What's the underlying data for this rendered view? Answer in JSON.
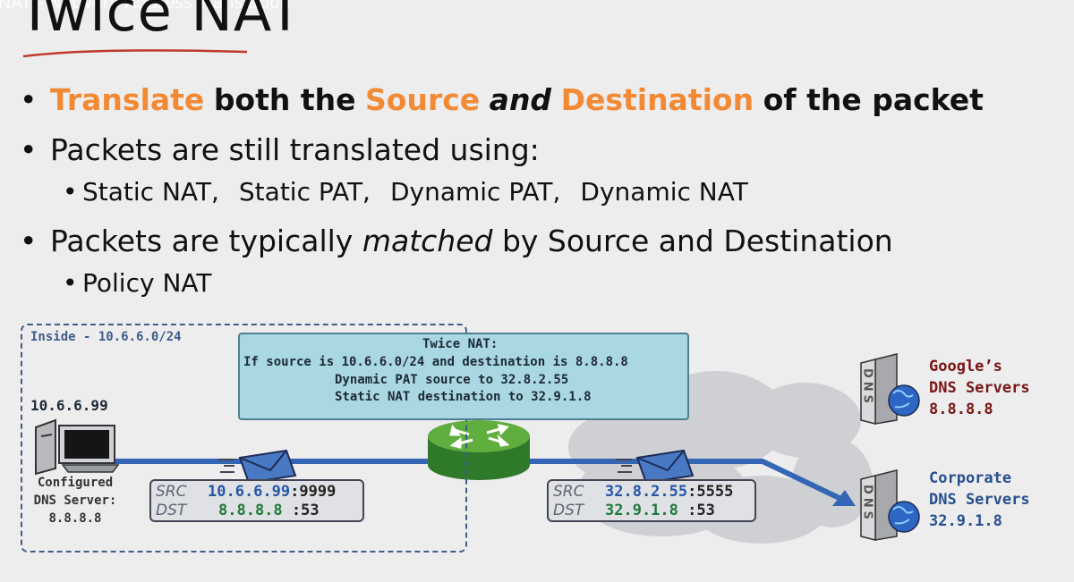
{
  "video_title": "NAT - Network Address Translation",
  "slide": {
    "title": "Twice NAT",
    "bullet1": {
      "w1": "Translate",
      "w2": "both the",
      "w3": "Source",
      "w4": "and",
      "w5": "Destination",
      "w6": "of the packet"
    },
    "bullet2": "Packets are still translated using:",
    "bullet2_sub": [
      "Static NAT,",
      "Static PAT,",
      "Dynamic PAT,",
      "Dynamic NAT"
    ],
    "bullet3": {
      "pre": "Packets are typically",
      "em": "matched",
      "post": "by Source and Destination"
    },
    "bullet3_sub": "Policy NAT"
  },
  "diagram": {
    "inside_label": "Inside - 10.6.6.0/24",
    "nat_box": {
      "title": "Twice NAT:",
      "condition": "If source is 10.6.6.0/24 and destination is 8.8.8.8",
      "action1": "Dynamic PAT source to 32.8.2.55",
      "action2": "Static NAT destination to 32.9.1.8"
    },
    "client": {
      "ip": "10.6.6.99",
      "label1": "Configured",
      "label2": "DNS Server:",
      "label3": "8.8.8.8"
    },
    "packet_before": {
      "src_key": "SRC",
      "dst_key": "DST",
      "src_ip": "10.6.6.99",
      "src_port": ":9999",
      "dst_ip": "8.8.8.8",
      "dst_port": ":53"
    },
    "packet_after": {
      "src_key": "SRC",
      "dst_key": "DST",
      "src_ip": "32.8.2.55",
      "src_port": ":5555",
      "dst_ip": "32.9.1.8",
      "dst_port": ":53"
    },
    "google_dns": {
      "line1": "Google’s",
      "line2": "DNS Servers",
      "line3": "8.8.8.8",
      "icon_text": "DNS"
    },
    "corp_dns": {
      "line1": "Corporate",
      "line2": "DNS Servers",
      "line3": "32.9.1.8",
      "icon_text": "DNS"
    },
    "colors": {
      "orange": "#f28a35",
      "line_blue": "#3566b6",
      "router_green": "#4a9a2e",
      "nat_box": "#a9d7e2"
    }
  }
}
